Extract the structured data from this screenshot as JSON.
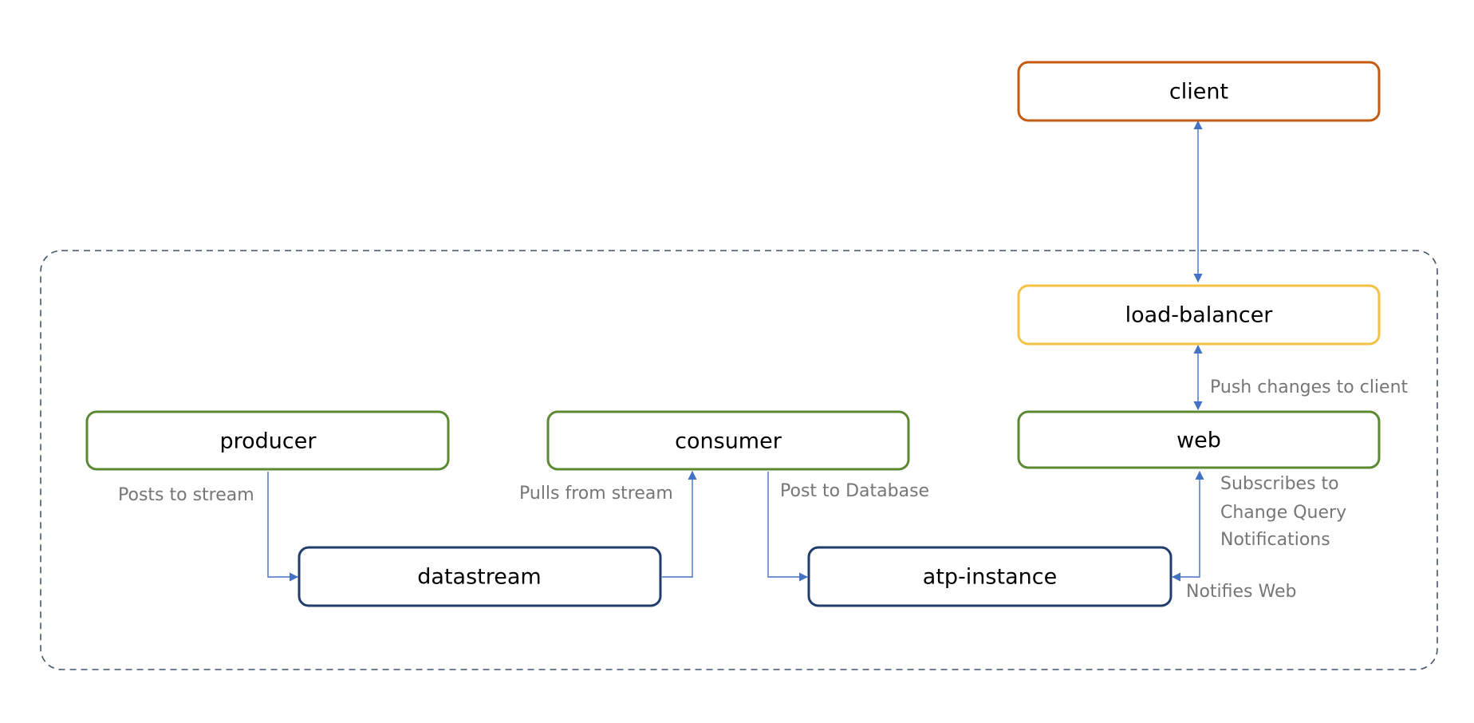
{
  "nodes": {
    "client": "client",
    "load_balancer": "load-balancer",
    "producer": "producer",
    "consumer": "consumer",
    "web": "web",
    "datastream": "datastream",
    "atp_instance": "atp-instance"
  },
  "edges": {
    "posts_to_stream": "Posts to stream",
    "pulls_from_stream": "Pulls from stream",
    "post_to_database": "Post to Database",
    "push_changes": "Push changes to client",
    "subscribes_line1": "Subscribes to",
    "subscribes_line2": "Change Query",
    "subscribes_line3": "Notifications",
    "notifies_web": "Notifies Web"
  },
  "colors": {
    "client_border": "#c55a11",
    "load_balancer_border": "#f4c242",
    "service_border": "#5b8a32",
    "data_border": "#203d6b",
    "connector": "#4472c4",
    "boundary": "#44546a",
    "edge_label_text": "#767676"
  }
}
